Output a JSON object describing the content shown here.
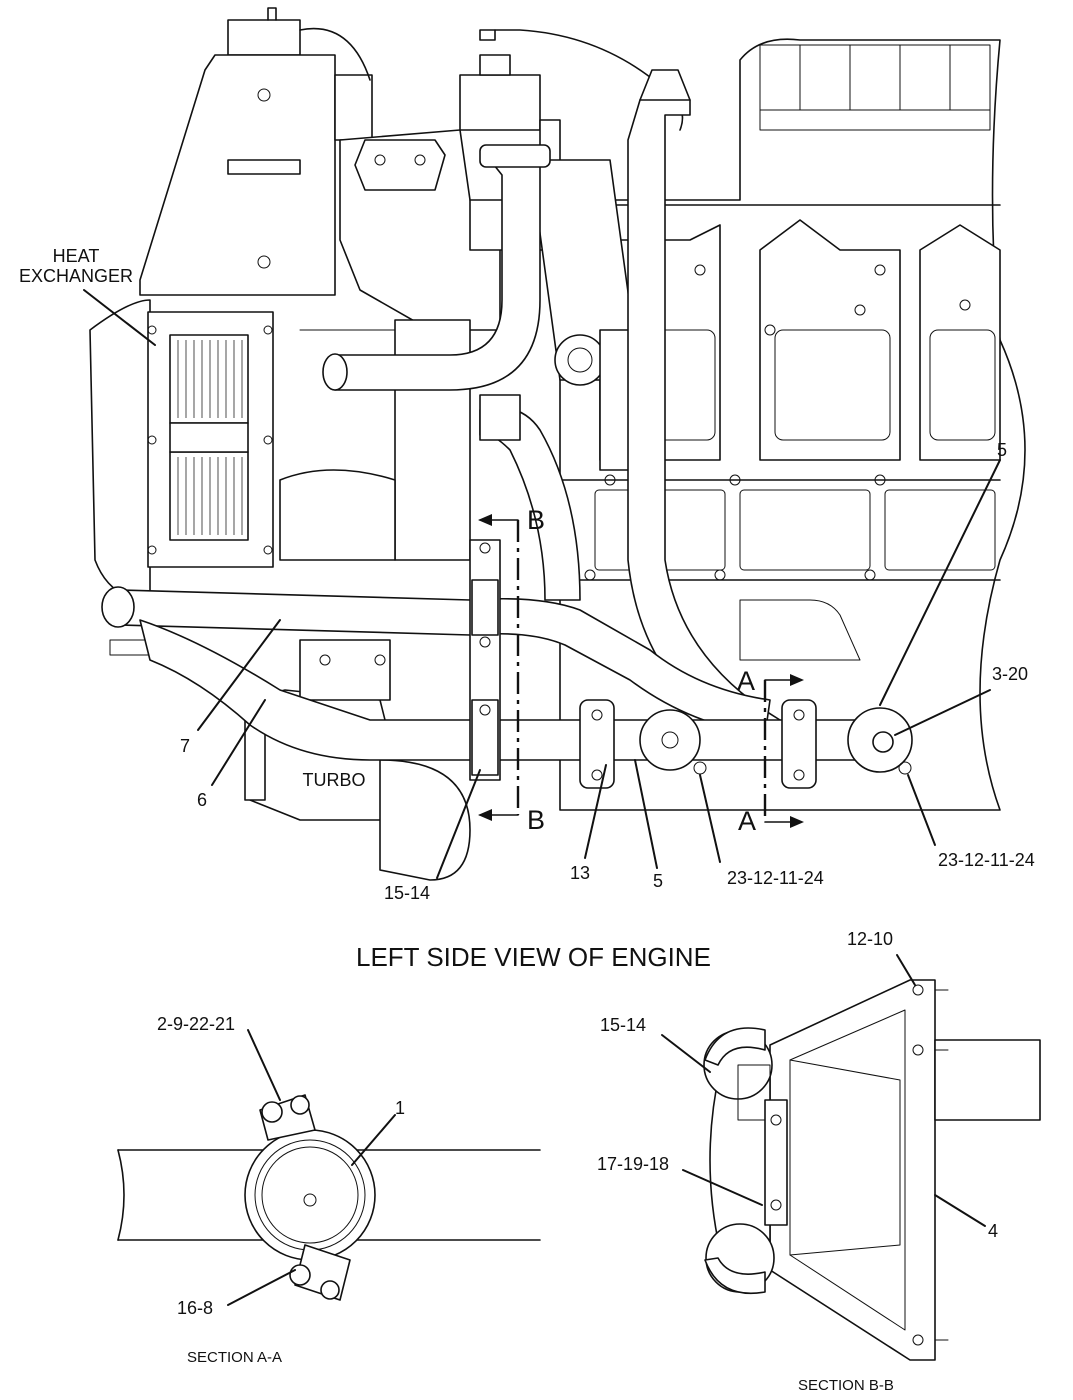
{
  "diagram": {
    "main_title": "LEFT SIDE VIEW OF ENGINE",
    "components": {
      "heat_exchanger_line1": "HEAT",
      "heat_exchanger_line2": "EXCHANGER",
      "turbo": "TURBO"
    },
    "section_markers": {
      "a": "A",
      "b": "B"
    },
    "callouts": {
      "c5_top": "5",
      "c3_20": "3-20",
      "c7": "7",
      "c6": "6",
      "c15_14_main": "15-14",
      "c13": "13",
      "c5_bottom": "5",
      "c23_a": "23-12-11-24",
      "c23_b": "23-12-11-24",
      "c2_9_22_21": "2-9-22-21",
      "c1": "1",
      "c16_8": "16-8",
      "c12_10": "12-10",
      "c15_14_sec": "15-14",
      "c17_19_18": "17-19-18",
      "c4": "4"
    },
    "section_titles": {
      "aa": "SECTION A-A",
      "bb": "SECTION B-B"
    }
  }
}
